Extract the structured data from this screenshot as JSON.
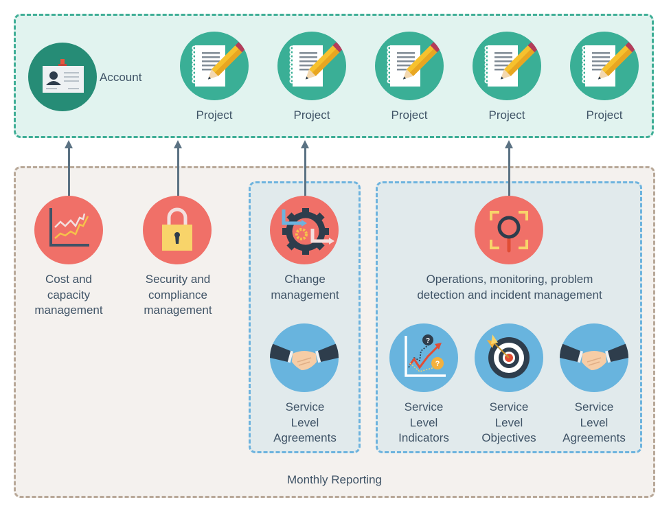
{
  "top_group": {
    "account": {
      "label": "Account",
      "icon": "id-badge-icon"
    },
    "projects": [
      {
        "label": "Project",
        "icon": "notepad-pencil-icon"
      },
      {
        "label": "Project",
        "icon": "notepad-pencil-icon"
      },
      {
        "label": "Project",
        "icon": "notepad-pencil-icon"
      },
      {
        "label": "Project",
        "icon": "notepad-pencil-icon"
      },
      {
        "label": "Project",
        "icon": "notepad-pencil-icon"
      }
    ]
  },
  "bottom_group": {
    "footer_label": "Monthly Reporting",
    "cost": {
      "label_lines": [
        "Cost and",
        "capacity",
        "management"
      ],
      "icon": "line-chart-icon"
    },
    "security": {
      "label_lines": [
        "Security and",
        "compliance",
        "management"
      ],
      "icon": "padlock-icon"
    },
    "change_group": {
      "change": {
        "label_lines": [
          "Change",
          "management"
        ],
        "icon": "gear-arrows-icon"
      },
      "sla": {
        "label_lines": [
          "Service",
          "Level",
          "Agreements"
        ],
        "icon": "handshake-icon"
      }
    },
    "ops_group": {
      "ops": {
        "label_lines": [
          "Operations, monitoring, problem",
          "detection and incident management"
        ],
        "icon": "magnifier-focus-icon"
      },
      "sli": {
        "label_lines": [
          "Service",
          "Level",
          "Indicators"
        ],
        "icon": "chart-question-icon"
      },
      "slo": {
        "label_lines": [
          "Service",
          "Level",
          "Objectives"
        ],
        "icon": "target-icon"
      },
      "sla": {
        "label_lines": [
          "Service",
          "Level",
          "Agreements"
        ],
        "icon": "handshake-icon"
      }
    }
  },
  "colors": {
    "top_border": "#3fae96",
    "top_fill": "#e1f3ef",
    "bottom_border": "#b8a898",
    "bottom_fill": "#f4f1ee",
    "inner_border": "#6db3de",
    "inner_fill": "#e1eaec",
    "teal": "#3aaf96",
    "red": "#f07068",
    "blue": "#68b4de",
    "arrow": "#5b7283",
    "text": "#3f5366"
  }
}
